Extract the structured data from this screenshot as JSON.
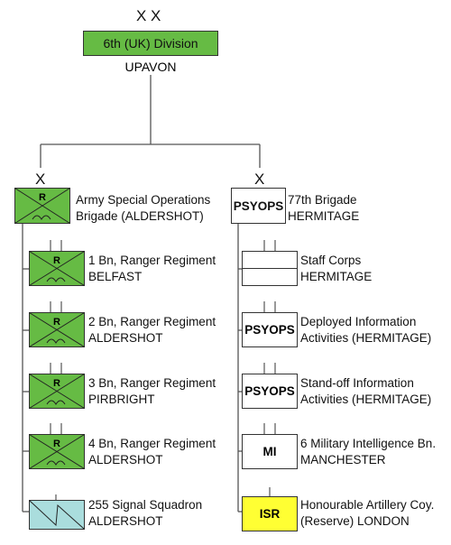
{
  "hq": {
    "echelon": "X X",
    "name": "6th (UK) Division",
    "location": "UPAVON"
  },
  "left_column": {
    "echelon": "X",
    "brigade": {
      "symbol_letter": "R",
      "line1": "Army Special Operations",
      "line2": "Brigade (ALDERSHOT)"
    },
    "units": [
      {
        "symbol_letter": "R",
        "line1": "1 Bn, Ranger Regiment",
        "line2": "BELFAST"
      },
      {
        "symbol_letter": "R",
        "line1": "2 Bn, Ranger Regiment",
        "line2": "ALDERSHOT"
      },
      {
        "symbol_letter": "R",
        "line1": "3 Bn, Ranger Regiment",
        "line2": "PIRBRIGHT"
      },
      {
        "symbol_letter": "R",
        "line1": "4 Bn, Ranger Regiment",
        "line2": "ALDERSHOT"
      },
      {
        "line1": "255 Signal Squadron",
        "line2": "ALDERSHOT"
      }
    ]
  },
  "right_column": {
    "echelon": "X",
    "brigade": {
      "symbol_text": "PSYOPS",
      "line1": "77th Brigade",
      "line2": "HERMITAGE"
    },
    "units": [
      {
        "symbol_text": "",
        "line1": "Staff Corps",
        "line2": "HERMITAGE"
      },
      {
        "symbol_text": "PSYOPS",
        "line1": "Deployed Information",
        "line2": "Activities (HERMITAGE)"
      },
      {
        "symbol_text": "PSYOPS",
        "line1": "Stand-off Information",
        "line2": "Activities (HERMITAGE)"
      },
      {
        "symbol_text": "MI",
        "line1": "6 Military Intelligence Bn.",
        "line2": "MANCHESTER"
      },
      {
        "symbol_text": "ISR",
        "line1": "Honourable Artillery Coy.",
        "line2": "(Reserve) LONDON"
      }
    ]
  },
  "colors": {
    "infantry_green": "#66bb44",
    "signal_teal": "#aadddd",
    "isr_yellow": "#ffff33",
    "line": "#555555"
  }
}
